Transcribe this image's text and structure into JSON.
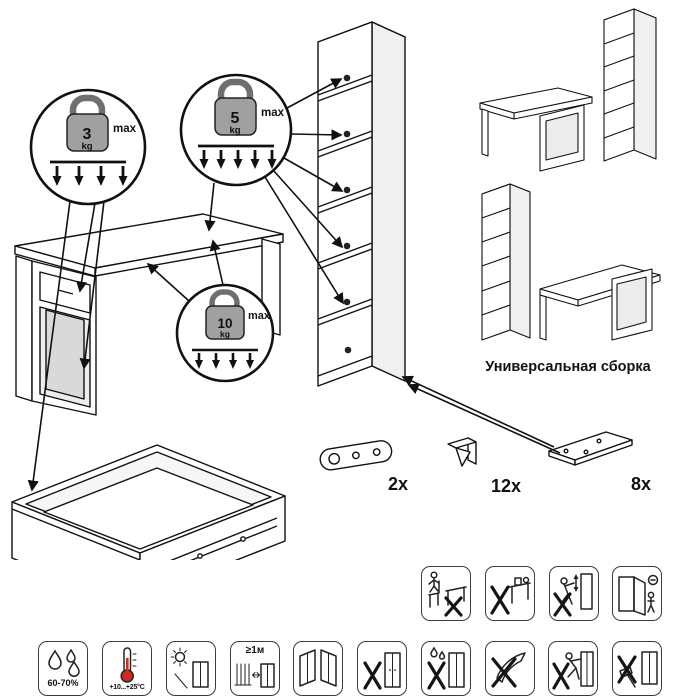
{
  "weights": [
    {
      "value": "3",
      "unit": "kg",
      "max_label": "max"
    },
    {
      "value": "5",
      "unit": "kg",
      "max_label": "max"
    },
    {
      "value": "10",
      "unit": "kg",
      "max_label": "max"
    }
  ],
  "assembly": {
    "universal_label": "Универсальная сборка"
  },
  "hardware": [
    {
      "name": "keyhole-plate",
      "count": "2x"
    },
    {
      "name": "shelf-support-bracket",
      "count": "12x"
    },
    {
      "name": "flat-mounting-bracket",
      "count": "8x"
    }
  ],
  "care": {
    "humidity_label": "60-70%",
    "temperature_label": "+10...+25°C",
    "distance_label": "≥1м"
  },
  "warning_icons": [
    "no-climbing-on-chair",
    "no-standing-on-furniture",
    "no-climbing-tipover-hazard",
    "door-pinch-tipover-warning"
  ],
  "care_icons": [
    "humidity-range",
    "temperature-range",
    "avoid-direct-sunlight",
    "min-distance-from-heat",
    "ventilate-room",
    "no-aggressive-cleaners",
    "no-wet-cleaning",
    "no-sharp-tools",
    "no-dragging",
    "no-hammer-impacts"
  ],
  "colors": {
    "line": "#111111",
    "accent_red": "#cf2b20",
    "metal_gray": "#a0a0a0"
  }
}
